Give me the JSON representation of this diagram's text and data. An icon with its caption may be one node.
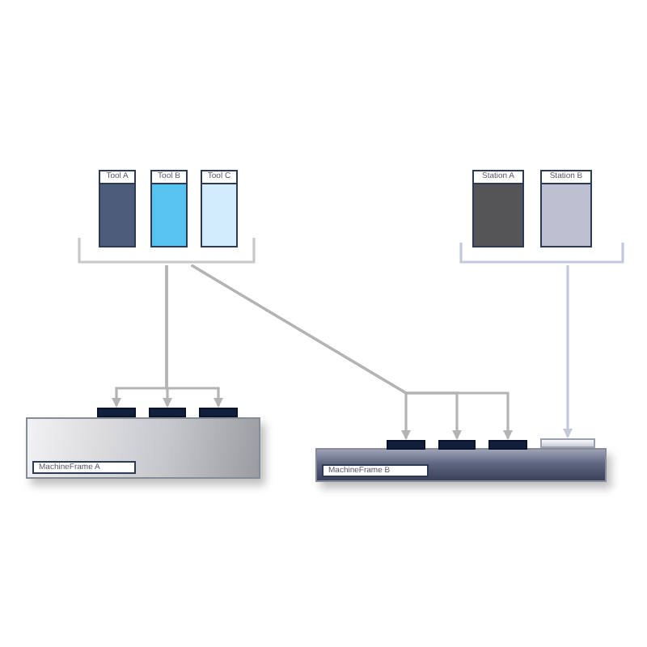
{
  "diagram": {
    "nodes": [
      {
        "text": [
          "Tool A"
        ]
      },
      {
        "text": [
          "Tool B"
        ]
      },
      {
        "text": [
          "Tool C"
        ]
      },
      {
        "text": [
          "Station A"
        ]
      },
      {
        "text": [
          "Station B"
        ]
      },
      {
        "text": [],
        "shape": "bracket"
      },
      {
        "text": [],
        "shape": "bracket"
      },
      {
        "text": [
          "MachineFrame A"
        ]
      },
      {
        "text": [],
        "shape": "bar"
      },
      {
        "text": [],
        "shape": "bar"
      },
      {
        "text": [],
        "shape": "bar"
      },
      {
        "text": [
          "MachineFrame B"
        ]
      },
      {
        "text": [],
        "shape": "bar"
      },
      {
        "text": [],
        "shape": "bar"
      },
      {
        "text": [],
        "shape": "bar"
      },
      {
        "text": [],
        "shape": "bar"
      }
    ],
    "edges": [
      {
        "from": 5,
        "to": 8,
        "arrow": "to"
      },
      {
        "from": 5,
        "to": 9,
        "arrow": "to"
      },
      {
        "from": 5,
        "to": 10,
        "arrow": "to"
      },
      {
        "from": 5,
        "to": 12,
        "arrow": "to"
      },
      {
        "from": 5,
        "to": 13,
        "arrow": "to"
      },
      {
        "from": 5,
        "to": 14,
        "arrow": "to"
      },
      {
        "from": 6,
        "to": 15,
        "arrow": "to",
        "color": "#c4c8d8"
      }
    ]
  }
}
